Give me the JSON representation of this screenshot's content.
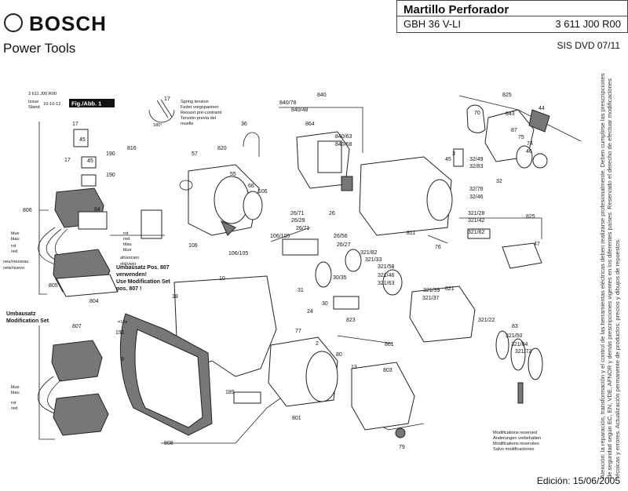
{
  "brand": {
    "name": "BOSCH",
    "tagline": "Power Tools"
  },
  "title_block": {
    "model_title": "Martillo Perforador",
    "model_name": "GBH 36 V-LI",
    "part_number": "3 611 J00 R00"
  },
  "sis": "SIS DVD 07/11",
  "edition": "Edición: 15/06/2005",
  "figure_block": {
    "doc_number": "3 611 J00 R00",
    "issue_label": "Issue",
    "stand_label": "Stand",
    "issue_date": "10-10-12",
    "figure_badge": "Fig./Abb. 1"
  },
  "spring_note": {
    "value": "17",
    "angle": "180°",
    "lines": [
      "Spring tension",
      "Feder vorgspannen",
      "Ressort pré-contraint",
      "Tensión previa del",
      "muelle"
    ]
  },
  "mod_box_1": {
    "lines": [
      "Umbausatz Pos. 807",
      "verwenden!",
      "Use Modification Set",
      "pos. 807 !"
    ]
  },
  "mod_box_2": {
    "lines": [
      "Umbausatz",
      "Modification Set"
    ]
  },
  "wire_labels": {
    "blue": "blue",
    "blau": "blau",
    "rot": "rot",
    "red": "red",
    "neu": "neu/nouveau",
    "nuevo": "new/nuevo",
    "alt": "alt/ancien",
    "old": "old/viejo"
  },
  "x10": "=10x",
  "modifications_note": {
    "lines": [
      "Modifications reserved",
      "Änderungen vorbehalten",
      "Modifications réservées",
      "Salvo modificaciones"
    ]
  },
  "side_note": "Atención: la reparación, transformación y el control de las herramientas eléctricas deben realizarse profesionalmente. Deben cumplirse las prescripciones de seguridad según EC, EN, VDE, AFNOR y demás prescripciones vigentes en los diferentes países. Reservado el derecho de efectuar modificaciones técnicas y errores. Actualización permanente de productos, precios y dibujos de repuestos.",
  "callouts": [
    "825",
    "843",
    "70",
    "44",
    "87",
    "75",
    "74",
    "46",
    "45",
    "3",
    "32/49",
    "32/83",
    "32",
    "32/76",
    "32/46",
    "321/28",
    "321/42",
    "321/62",
    "825",
    "47",
    "840",
    "840/78",
    "840/48",
    "864",
    "840/63",
    "840/68",
    "36",
    "820",
    "57",
    "55",
    "66",
    "106",
    "106/105",
    "106",
    "106/105",
    "26/71",
    "26/29",
    "26/71",
    "26",
    "26/56",
    "26/27",
    "811",
    "76",
    "321/82",
    "321/33",
    "321/58",
    "321/46",
    "321/63",
    "821",
    "321/39",
    "321/37",
    "31",
    "30/35",
    "30",
    "24",
    "823",
    "321/22",
    "83",
    "321/50",
    "321/84",
    "321/72",
    "861",
    "10",
    "18",
    "191",
    "9",
    "77",
    "2",
    "80",
    "13",
    "803",
    "189",
    "801",
    "808",
    "79",
    "17",
    "45",
    "190",
    "190",
    "17",
    "45",
    "806",
    "816",
    "84",
    "805",
    "804",
    "807"
  ]
}
